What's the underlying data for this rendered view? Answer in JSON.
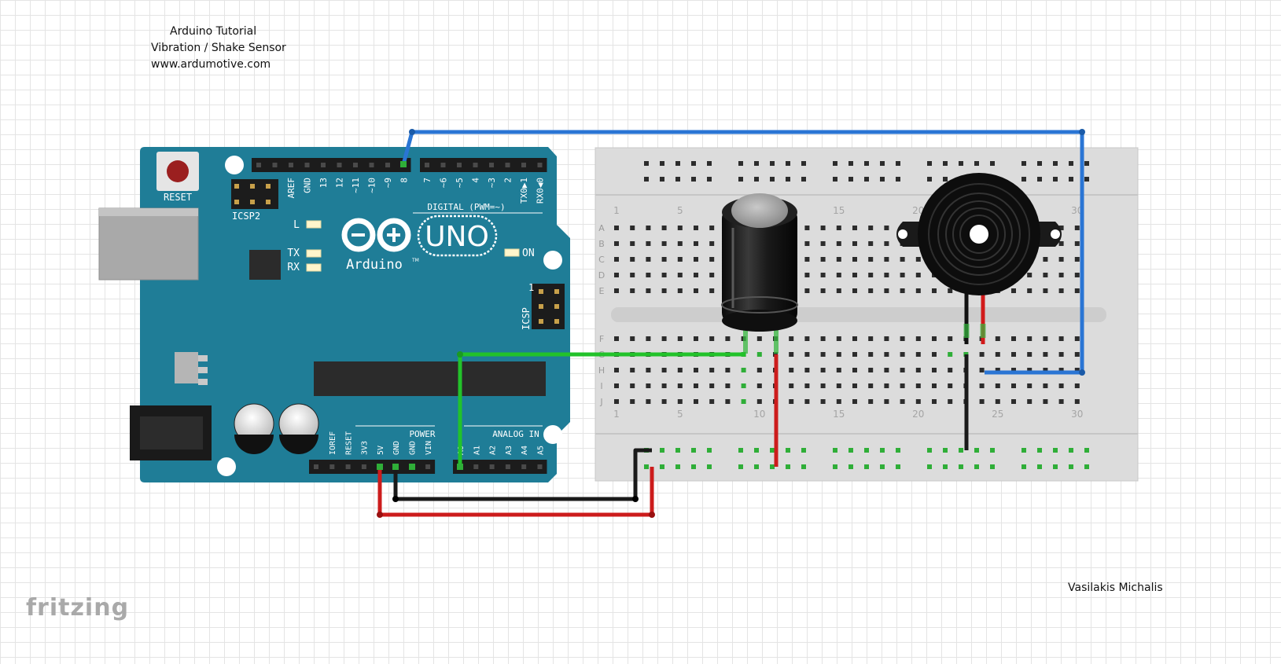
{
  "header": {
    "line1": "Arduino Tutorial",
    "line2": "Vibration / Shake Sensor",
    "line3": "www.ardumotive.com"
  },
  "author": "Vasilakis Michalis",
  "logo_text": "fritzing",
  "arduino": {
    "reset_label": "RESET",
    "icsp2_label": "ICSP2",
    "icsp_label": "ICSP",
    "icsp_pin1": "1",
    "logo_brand": "Arduino",
    "logo_tm": "TM",
    "logo_model": "UNO",
    "led_l": "L",
    "led_tx": "TX",
    "led_rx": "RX",
    "led_on": "ON",
    "digital_label": "DIGITAL (PWM=~)",
    "power_label": "POWER",
    "analog_label": "ANALOG IN",
    "top_pins": [
      "AREF",
      "GND",
      "13",
      "12",
      "~11",
      "~10",
      "~9",
      "8",
      "7",
      "~6",
      "~5",
      "4",
      "~3",
      "2",
      "TX0▶1",
      "RX0◀0"
    ],
    "power_pins": [
      "IOREF",
      "RESET",
      "3V3",
      "5V",
      "GND",
      "GND",
      "VIN"
    ],
    "analog_pins": [
      "A0",
      "A1",
      "A2",
      "A3",
      "A4",
      "A5"
    ]
  },
  "breadboard": {
    "rows_top": [
      "A",
      "B",
      "C",
      "D",
      "E"
    ],
    "rows_bottom": [
      "F",
      "G",
      "H",
      "I",
      "J"
    ],
    "col_numbers": [
      "1",
      "5",
      "10",
      "15",
      "20",
      "25",
      "30"
    ]
  },
  "colors": {
    "board": "#1f7d97",
    "wire_blue": "#2a75d4",
    "wire_green": "#22c22a",
    "wire_red": "#cc1c1c",
    "wire_black": "#1a1a1a"
  }
}
